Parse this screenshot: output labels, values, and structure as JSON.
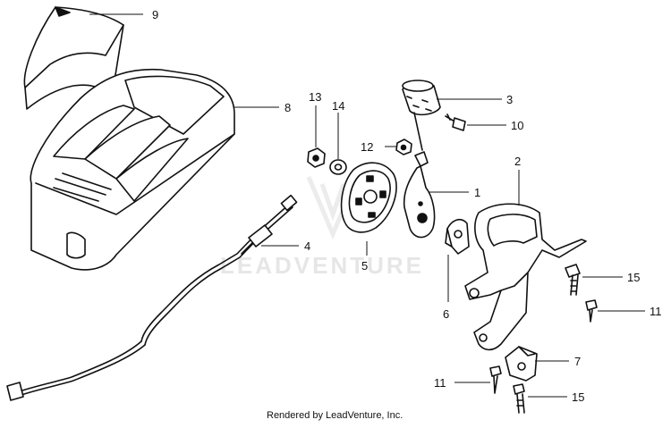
{
  "watermark": "LEADVENTURE",
  "footer": "Rendered by LeadVenture, Inc.",
  "callouts": {
    "p1": "1",
    "p2": "2",
    "p3": "3",
    "p4": "4",
    "p5": "5",
    "p6": "6",
    "p7": "7",
    "p8": "8",
    "p9": "9",
    "p10": "10",
    "p11a": "11",
    "p11b": "11",
    "p12": "12",
    "p13": "13",
    "p14": "14",
    "p15a": "15",
    "p15b": "15"
  }
}
